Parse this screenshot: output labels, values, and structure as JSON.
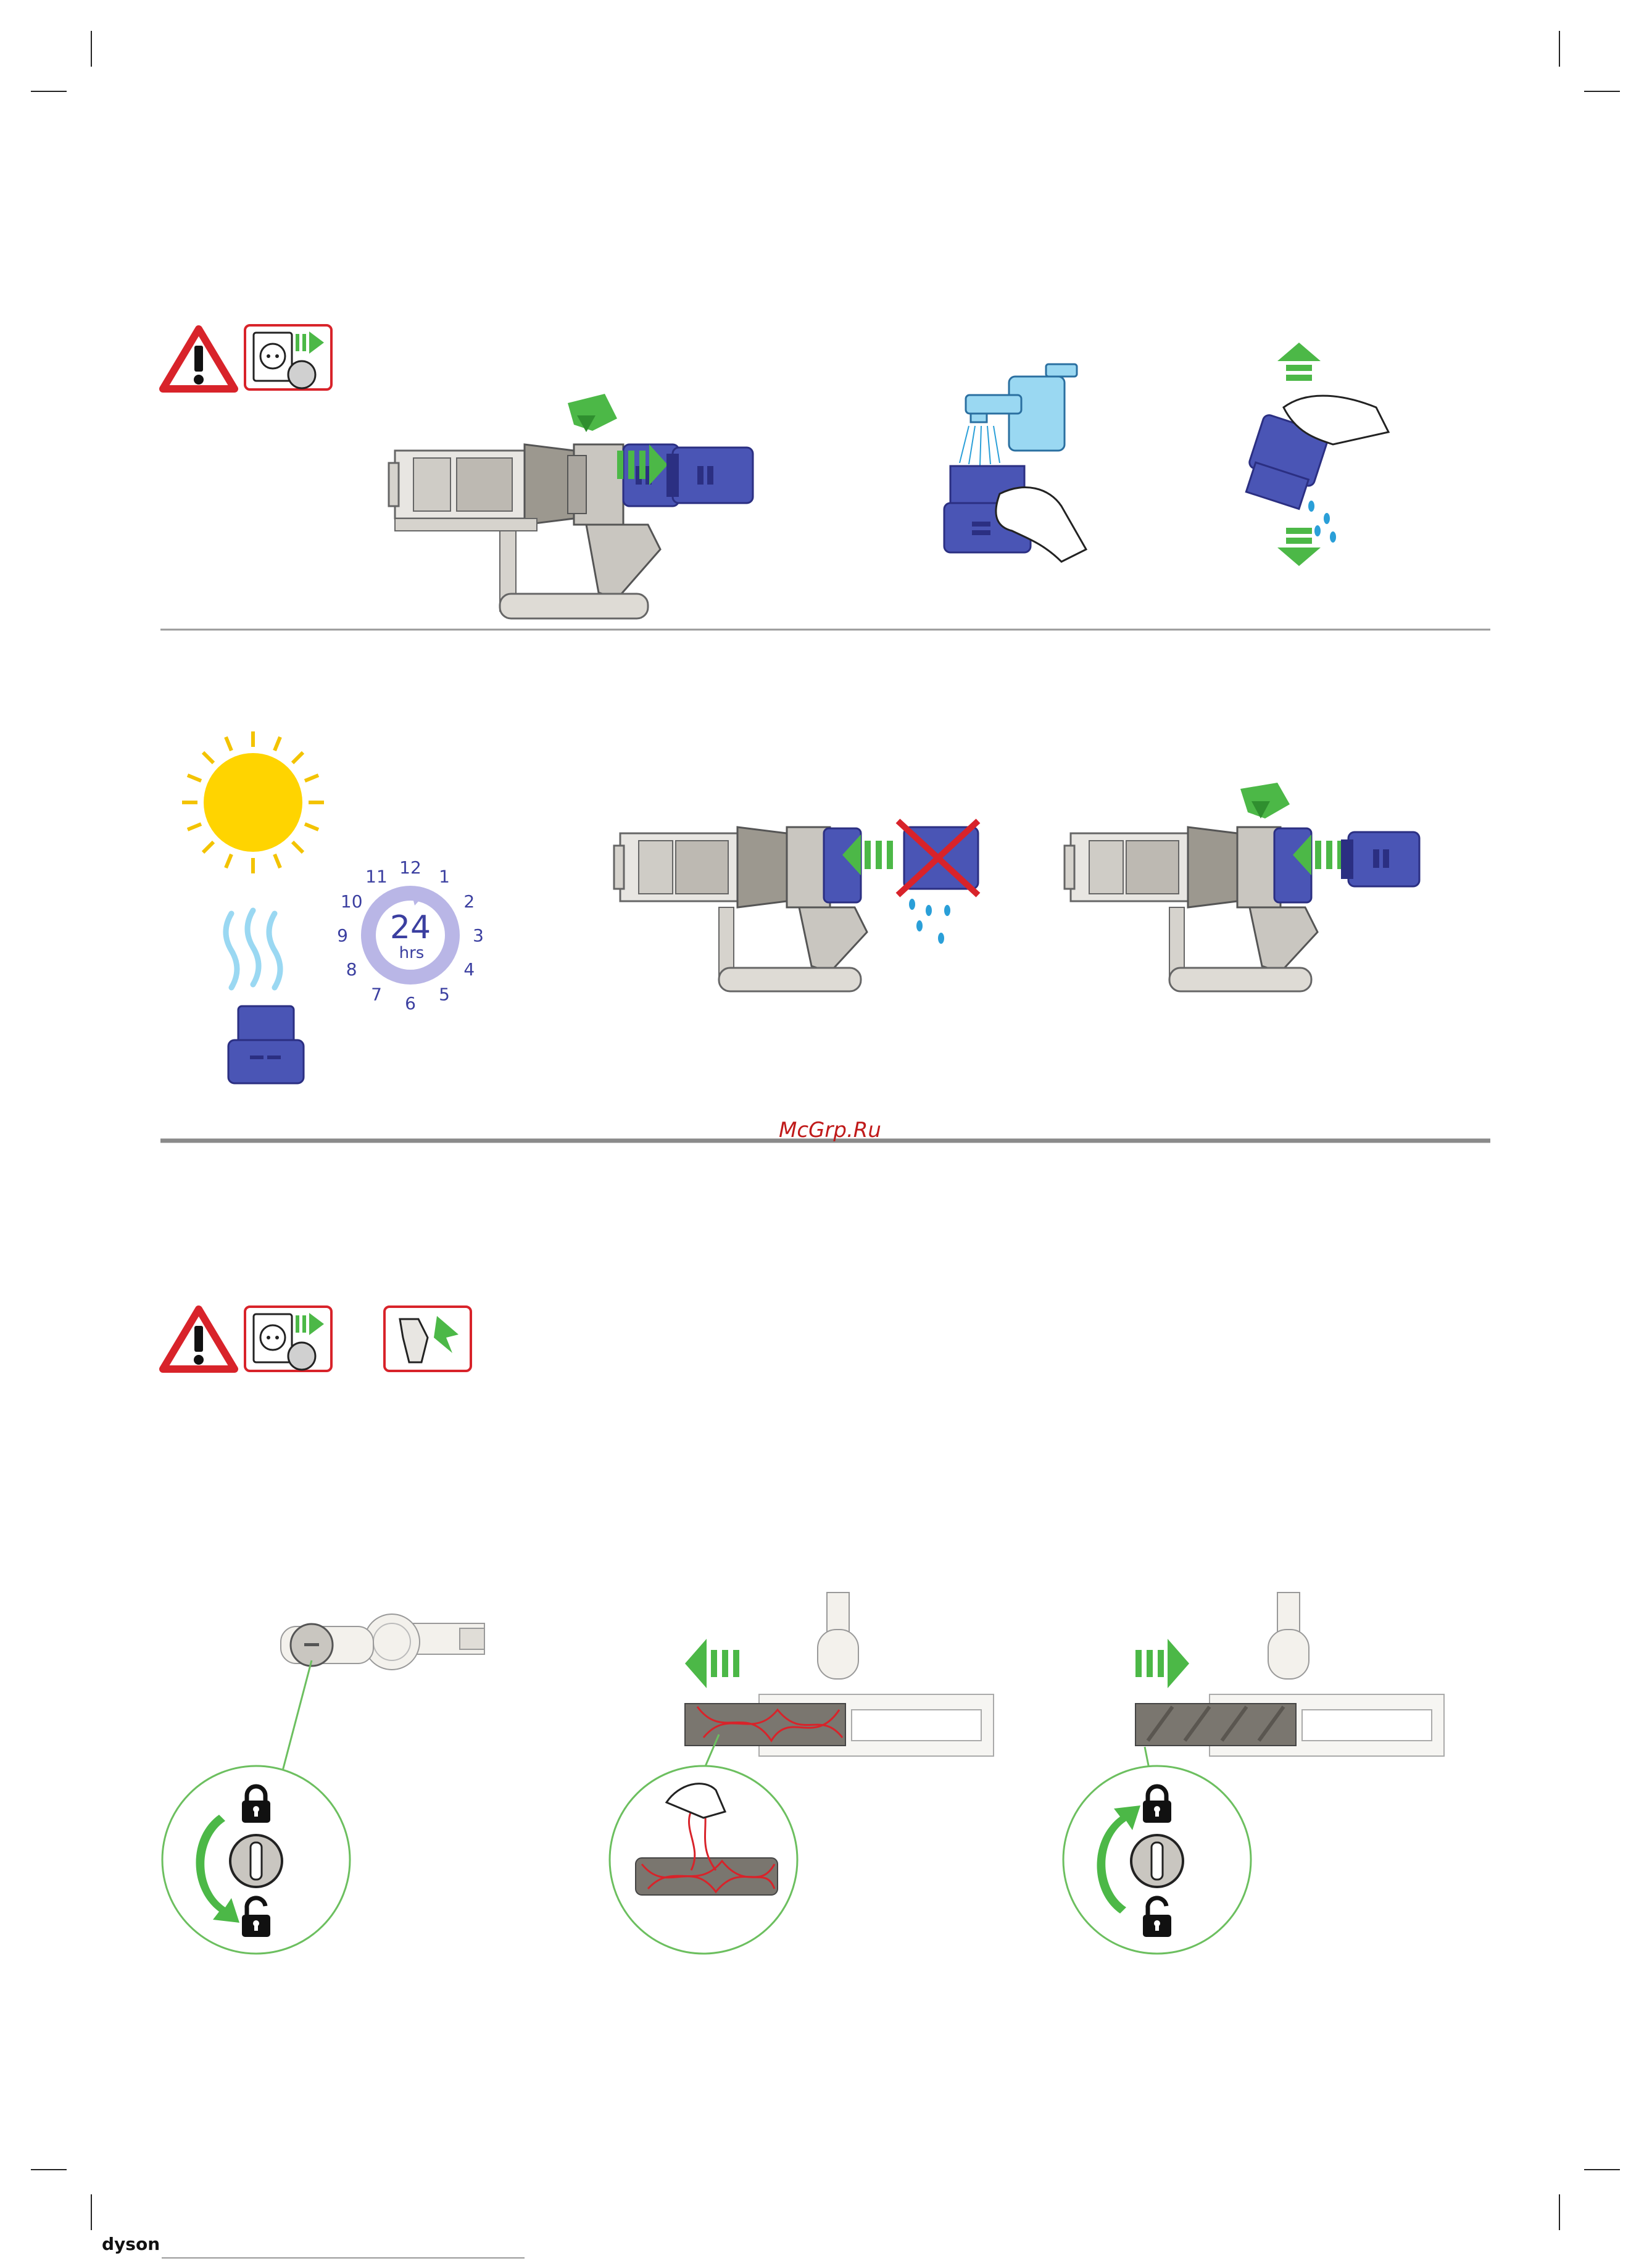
{
  "watermark": "McGrp.Ru",
  "brand": "dyson",
  "timer": {
    "value": "24",
    "unit": "hrs",
    "hours": [
      "12",
      "1",
      "2",
      "3",
      "4",
      "5",
      "6",
      "7",
      "8",
      "9",
      "10",
      "11"
    ]
  },
  "colors": {
    "warning_red": "#d8232a",
    "filter_blue": "#4a55b5",
    "filter_dark": "#2b2f82",
    "arrow_green": "#4cb847",
    "sun_yellow": "#ffd400",
    "sun_ray": "#f3c300",
    "clock_ring": "#b9b6e6",
    "water_blue": "#2a9fd8",
    "body_grey": "#c9c6c0",
    "debris_red": "#d8232a"
  },
  "icons": {
    "warning": "warning-triangle-icon",
    "unplug": "unplug-socket-icon",
    "detach_tool": "detach-tool-icon",
    "sun": "sun-icon",
    "tap": "water-tap-icon",
    "clock": "clock-24-icon",
    "lock": "padlock-closed-icon",
    "unlock": "padlock-open-icon"
  }
}
